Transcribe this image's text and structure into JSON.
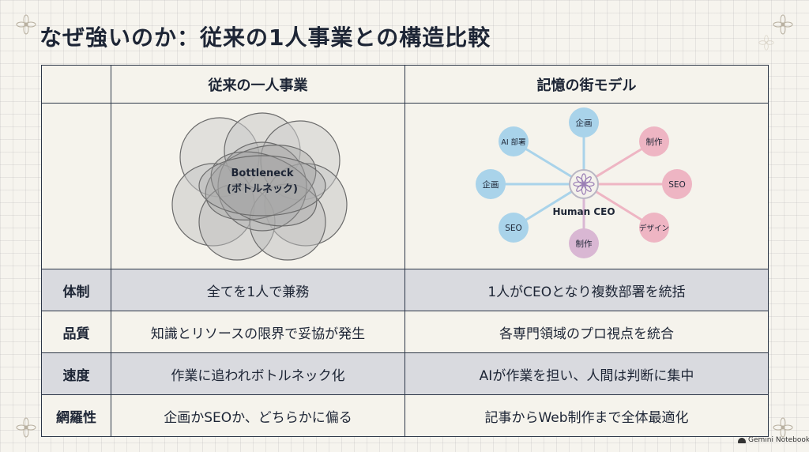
{
  "title": "なぜ強いのか：従来の1人事業との構造比較",
  "table": {
    "header": [
      "",
      "従来の一人事業",
      "記憶の街モデル"
    ],
    "rows": [
      {
        "label": "体制",
        "left": "全てを1人で兼務",
        "right": "1人がCEOとなり複数部署を統括"
      },
      {
        "label": "品質",
        "left": "知識とリソースの限界で妥協が発生",
        "right": "各専門領域のプロ視点を統合"
      },
      {
        "label": "速度",
        "left": "作業に追われボトルネック化",
        "right": "AIが作業を担い、人間は判断に集中"
      },
      {
        "label": "網羅性",
        "left": "企画かSEOか、どちらかに偏る",
        "right": "記事からWeb制作まで全体最適化"
      }
    ]
  },
  "left_diagram": {
    "label_line1": "Bottleneck",
    "label_line2": "(ボトルネック)"
  },
  "right_diagram": {
    "center_label": "Human CEO",
    "center_icon": "flower-icon",
    "nodes": [
      {
        "label": "企画",
        "color": "#a9d3ea"
      },
      {
        "label": "制作",
        "color": "#eeb5c3"
      },
      {
        "label": "SEO",
        "color": "#eeb5c3"
      },
      {
        "label": "デザイン",
        "color": "#eeb5c3"
      },
      {
        "label": "制作",
        "color": "#d9b7d3"
      },
      {
        "label": "SEO",
        "color": "#a9d3ea"
      },
      {
        "label": "企画",
        "color": "#a9d3ea"
      },
      {
        "label": "AI 部署",
        "color": "#a9d3ea"
      }
    ]
  },
  "brand": "Gemini Notebook",
  "colors": {
    "blue": "#a9d3ea",
    "pink": "#eeb5c3",
    "mauve": "#d9b7d3",
    "shade": "#d9dadf",
    "border": "#2d3748"
  }
}
